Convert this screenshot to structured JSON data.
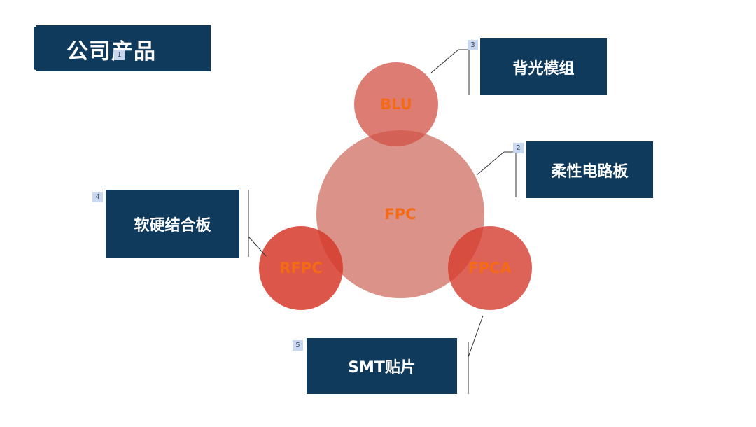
{
  "title": "公司产品",
  "tags": [
    "1",
    "2",
    "3",
    "4",
    "5"
  ],
  "circles": {
    "center": "FPC",
    "top": "BLU",
    "left": "RFPC",
    "right": "FPCA"
  },
  "products": {
    "blu": "背光模组",
    "fpc": "柔性电路板",
    "rfpc": "软硬结合板",
    "smt": "SMT贴片"
  },
  "colors": {
    "navy": "#0f3a5c",
    "circle_light": "#d98a82",
    "circle_dark": "#d63f30",
    "circle_text": "#f56a14",
    "tag_bg": "#c9d8ee"
  }
}
